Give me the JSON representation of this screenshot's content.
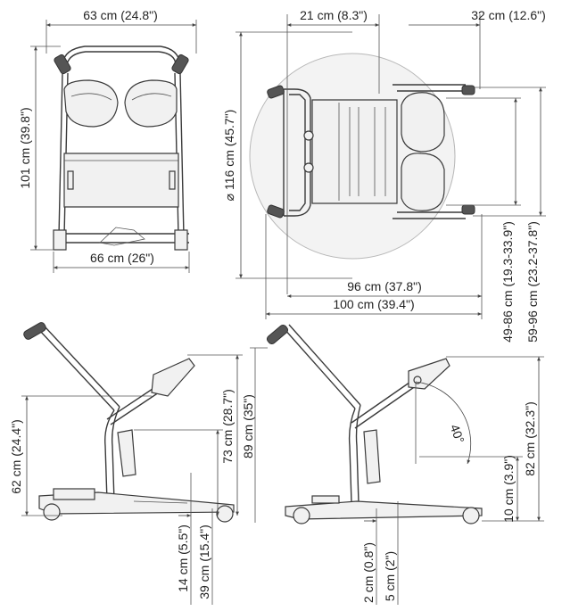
{
  "dimensions": {
    "front_width_top": "63 cm (24.8\")",
    "front_height": "101 cm (39.8\")",
    "front_base_width": "66 cm (26\")",
    "top_offset_a": "21 cm (8.3\")",
    "top_offset_b": "32 cm (12.6\")",
    "turning_diameter": "⌀ 116 cm (45.7\")",
    "top_length_inner": "96 cm (37.8\")",
    "top_length_outer": "100 cm (39.4\")",
    "side_knee_height": "62 cm (24.4\")",
    "side_height_73": "73 cm (28.7\")",
    "side_height_89": "89 cm (35\")",
    "side_base_14": "14 cm (5.5\")",
    "side_base_39": "39 cm (15.4\")",
    "range_49_86": "49-86 cm (19.3-33.9\")",
    "range_59_96": "59-96 cm (23.2-37.8\")",
    "side2_10": "10 cm (3.9\")",
    "side2_82": "82 cm (32.3\")",
    "side2_2": "2 cm (0.8\")",
    "side2_5": "5 cm (2\")",
    "angle": "40°"
  }
}
